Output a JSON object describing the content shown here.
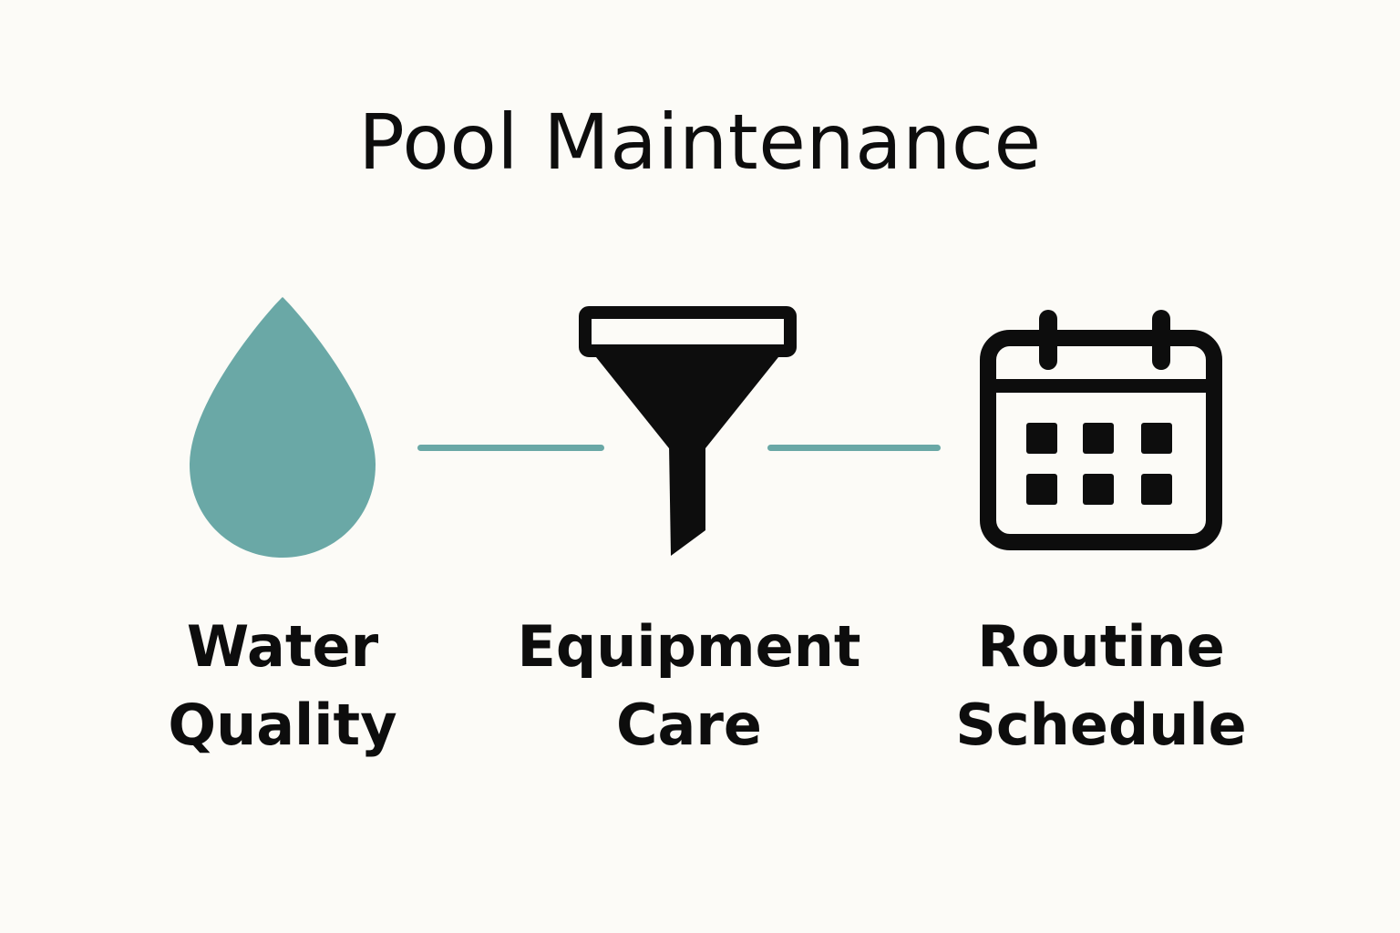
{
  "title": "Pool Maintenance",
  "colors": {
    "background": "#fcfbf7",
    "accent": "#6aa8a6",
    "ink": "#0d0d0d"
  },
  "steps": [
    {
      "icon": "water-drop-icon",
      "line1": "Water",
      "line2": "Quality"
    },
    {
      "icon": "funnel-filter-icon",
      "line1": "Equipment",
      "line2": "Care"
    },
    {
      "icon": "calendar-icon",
      "line1": "Routine",
      "line2": "Schedule"
    }
  ]
}
